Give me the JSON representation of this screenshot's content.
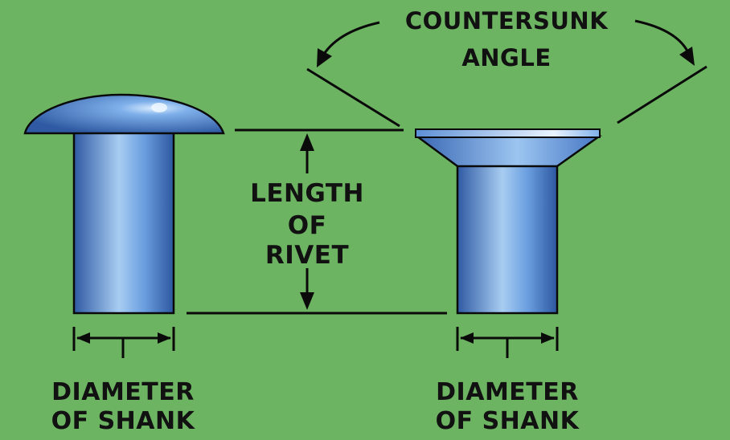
{
  "labels": {
    "countersunk_line1": "COUNTERSUNK",
    "countersunk_line2": "ANGLE",
    "length_line1": "LENGTH",
    "length_line2": "OF",
    "length_line3": "RIVET",
    "left_diameter_line1": "DIAMETER",
    "left_diameter_line2": "OF SHANK",
    "right_diameter_line1": "DIAMETER",
    "right_diameter_line2": "OF SHANK"
  },
  "colors": {
    "background": "#6db462",
    "rivet_dark": "#3a68b4",
    "rivet_light": "#a8cdf2",
    "outline": "#0a0a0a",
    "text": "#111111"
  }
}
